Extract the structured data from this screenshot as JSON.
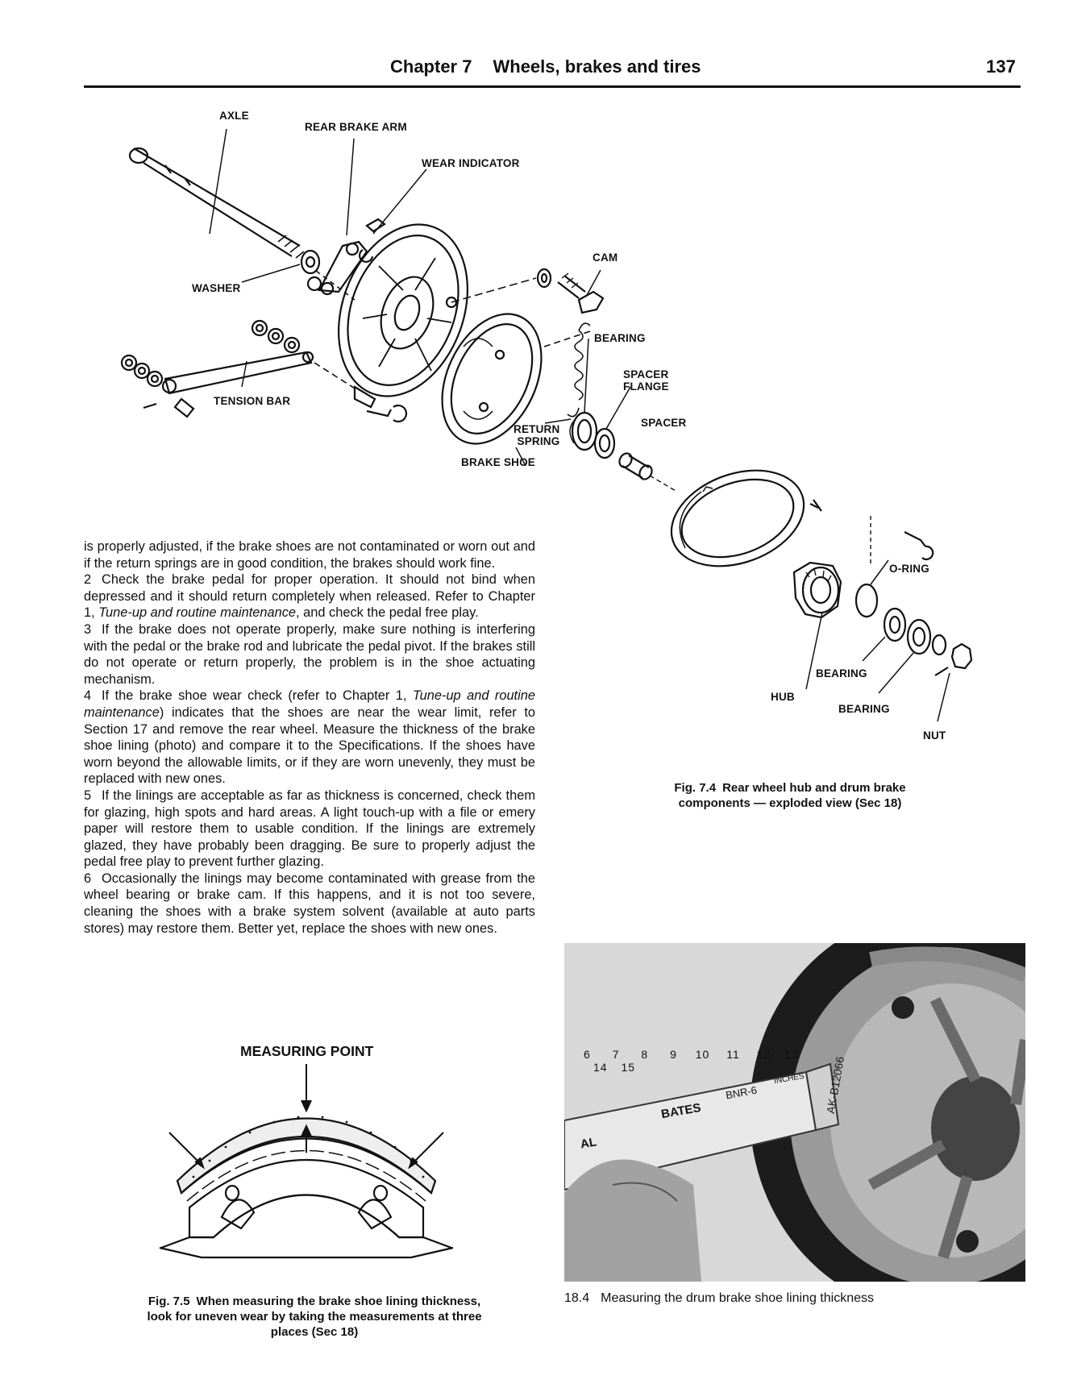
{
  "header": {
    "chapter": "Chapter 7",
    "title": "Wheels, brakes and tires",
    "page_number": "137"
  },
  "fig74": {
    "labels": {
      "axle": "AXLE",
      "rear_brake_arm": "REAR BRAKE ARM",
      "wear_indicator": "WEAR INDICATOR",
      "cam": "CAM",
      "washer": "WASHER",
      "bearing1": "BEARING",
      "spacer_flange": "SPACER\nFLANGE",
      "tension_bar": "TENSION BAR",
      "return_spring": "RETURN\nSPRING",
      "spacer": "SPACER",
      "brake_shoe": "BRAKE SHOE",
      "o_ring": "O-RING",
      "bearing2": "BEARING",
      "hub": "HUB",
      "bearing3": "BEARING",
      "nut": "NUT"
    },
    "caption_num": "Fig. 7.4",
    "caption_text": "Rear wheel hub and drum brake components — exploded view (Sec 18)"
  },
  "body": {
    "intro": "is properly adjusted, if the brake shoes are not contaminated or worn out and if the return springs are in good condition, the brakes should work fine.",
    "p2_num": "2",
    "p2_a": "Check the brake pedal for proper operation. It should not bind when depressed and it should return completely when released. Refer to Chapter 1, ",
    "p2_italic": "Tune-up and routine maintenance",
    "p2_b": ", and check the pedal free play.",
    "p3_num": "3",
    "p3": "If the brake does not operate properly, make sure nothing is interfering with the pedal or the brake rod and lubricate the pedal pivot. If the brakes still do not operate or return properly, the problem is in the shoe actuating mechanism.",
    "p4_num": "4",
    "p4_a": "If the brake shoe wear check (refer to Chapter 1, ",
    "p4_italic": "Tune-up and routine maintenance",
    "p4_b": ") indicates that the shoes are near the wear limit, refer to Section 17 and remove the rear wheel. Measure the thickness of the brake shoe lining (photo) and compare it to the Specifications. If the shoes have worn beyond the allowable limits, or if they are worn unevenly, they must be replaced with new ones.",
    "p5_num": "5",
    "p5": "If the linings are acceptable as far as thickness is concerned, check them for glazing, high spots and hard areas. A light touch-up with a file or emery paper will restore them to usable condition. If the linings are extremely glazed, they have probably been dragging. Be sure to properly adjust the pedal free play to prevent further glazing.",
    "p6_num": "6",
    "p6": "Occasionally the linings may become contaminated with grease from the wheel bearing or brake cam. If this happens, and it is not too severe, cleaning the shoes with a brake system solvent (available at auto parts stores) may restore them. Better yet, replace the shoes with new ones."
  },
  "fig75": {
    "label": "MEASURING POINT",
    "caption_num": "Fig. 7.5",
    "caption_text": "When measuring the brake shoe lining thickness, look for uneven wear by taking the measurements at three places (Sec 18)"
  },
  "photo": {
    "caption_num": "18.4",
    "caption_text": "Measuring the drum brake shoe lining thickness",
    "ruler_marks": [
      "6",
      "7",
      "8",
      "9",
      "10",
      "11",
      "12",
      "13",
      "14",
      "15"
    ],
    "ruler_print_1": "BATES",
    "ruler_print_2": "BNR-6",
    "ruler_print_3": "INCHES",
    "ruler_print_4": "AL",
    "drum_stamp": "AK-B12066"
  }
}
